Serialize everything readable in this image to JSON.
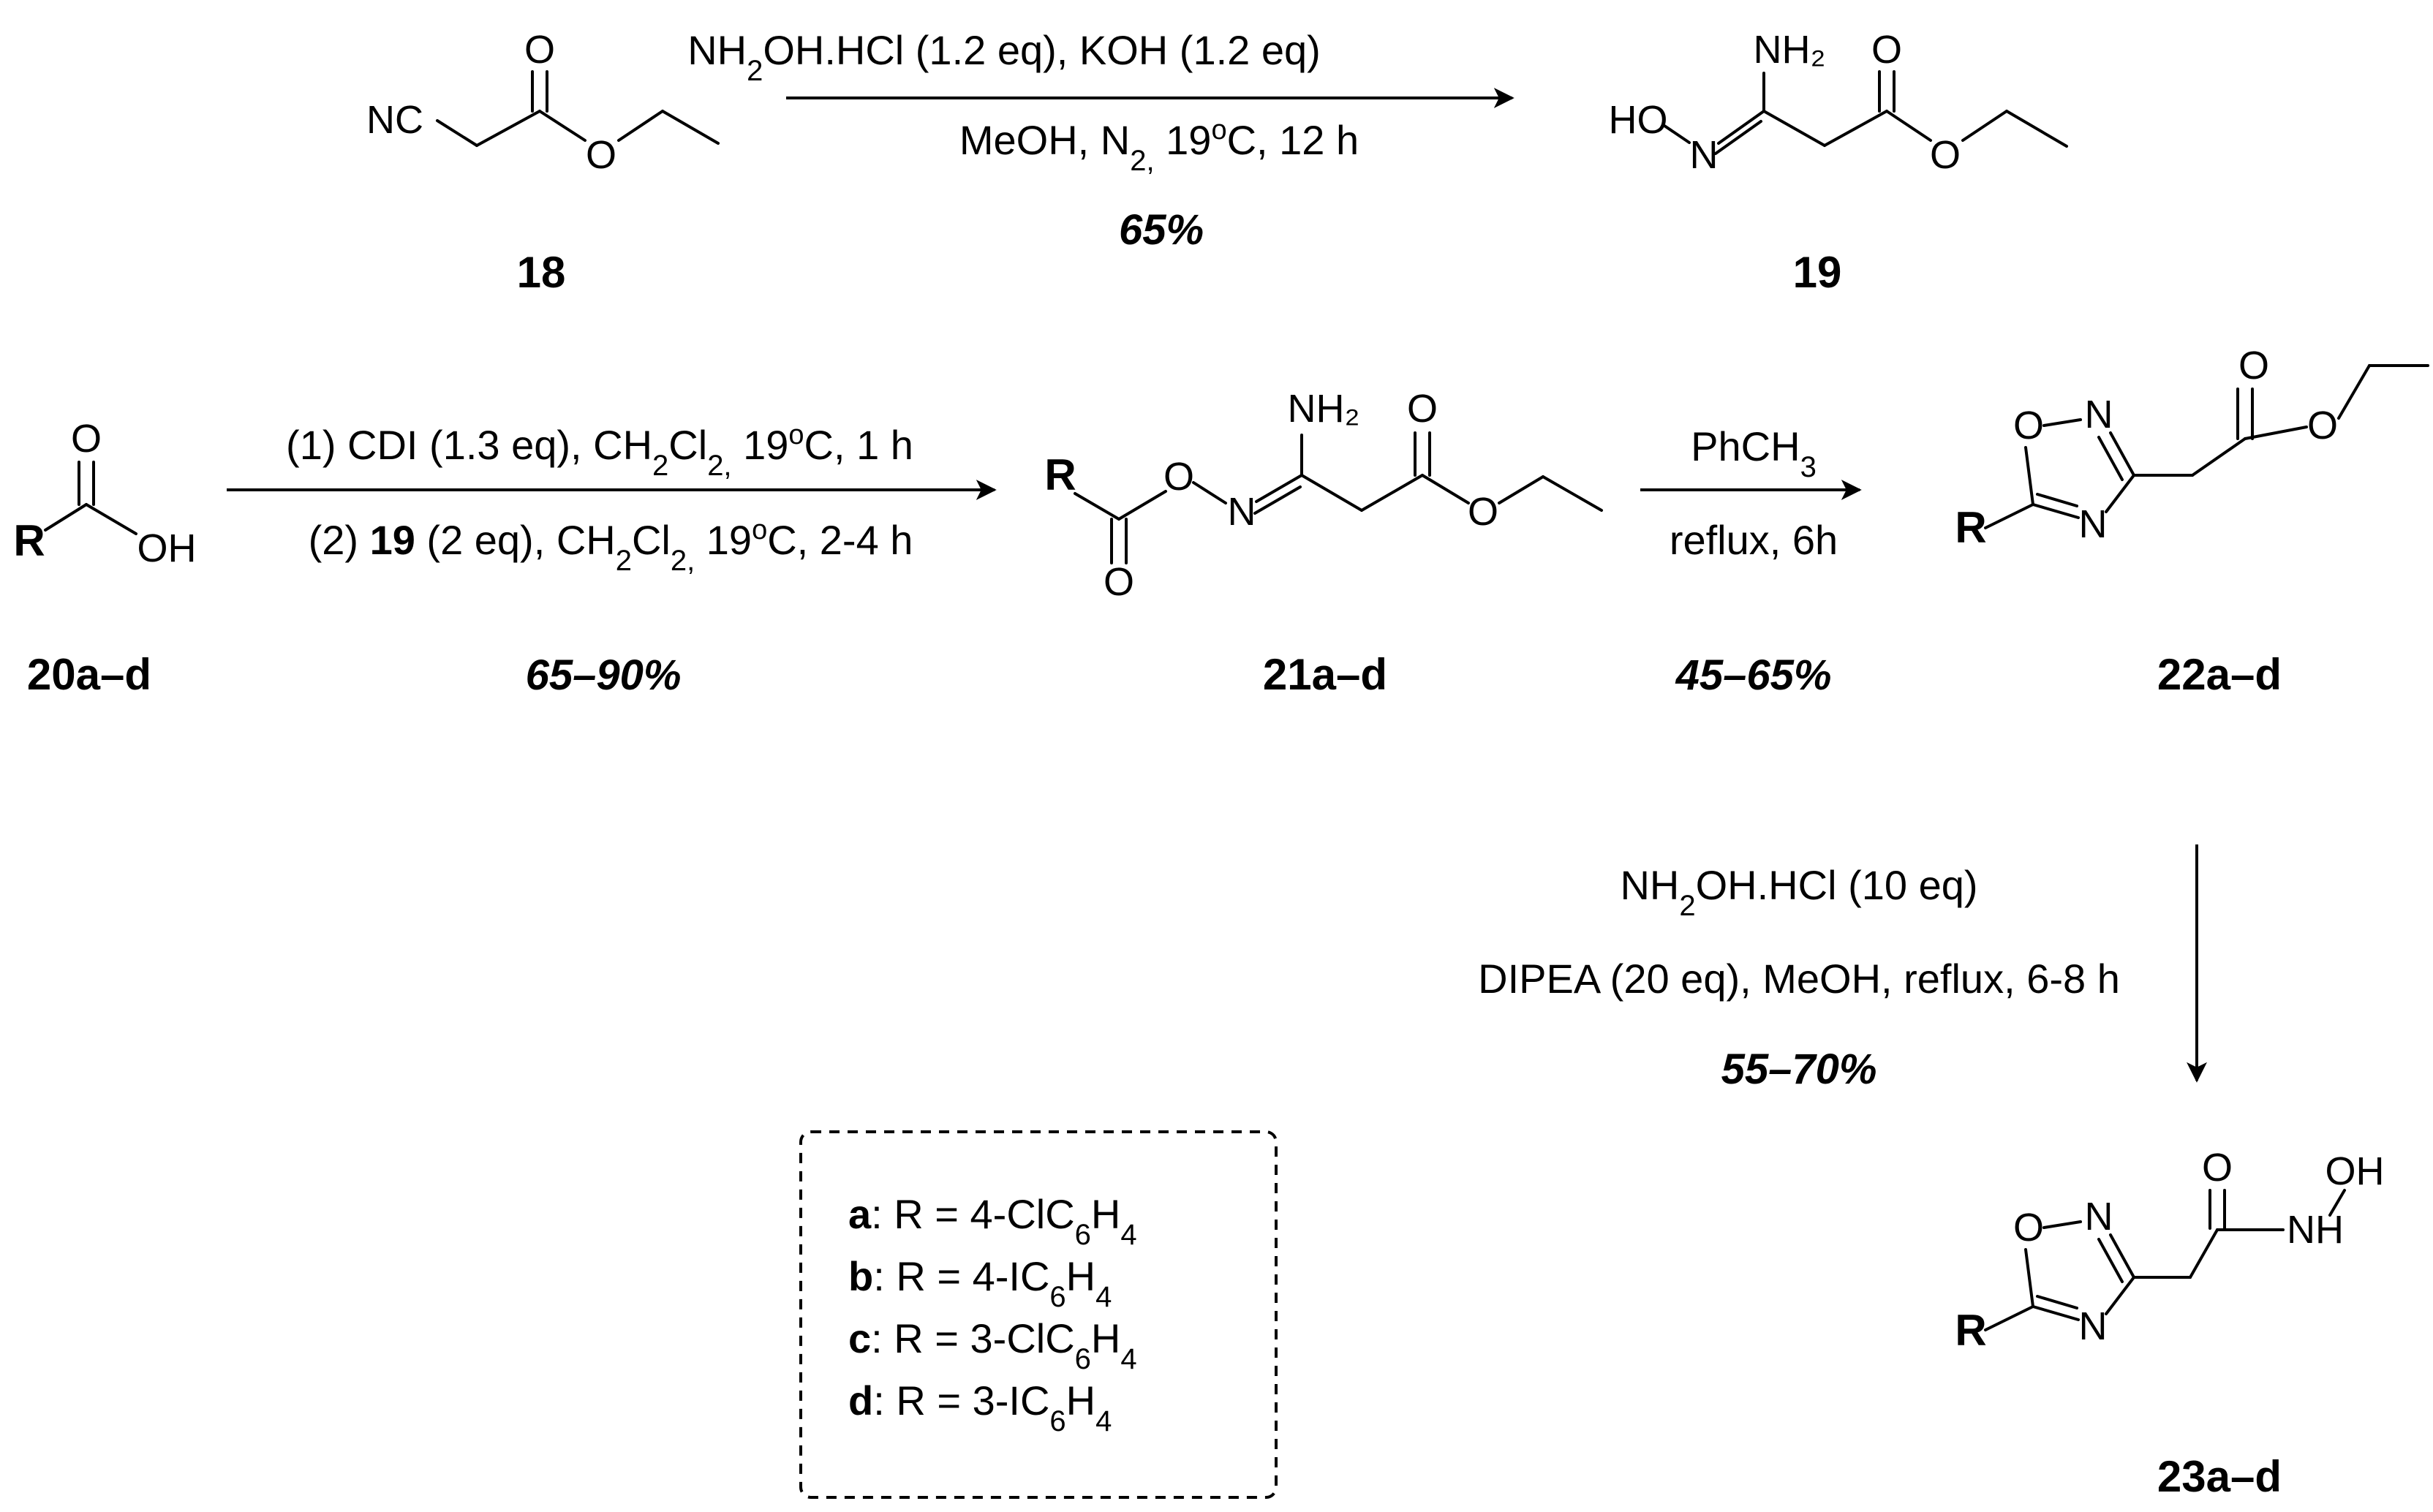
{
  "compounds": {
    "c18": {
      "label": "18",
      "atoms": {
        "nc": "NC",
        "o_carbonyl": "O",
        "o_ester": "O"
      }
    },
    "c19": {
      "label": "19",
      "atoms": {
        "nh2": "NH₂",
        "ho": "HO",
        "n": "N",
        "o_carbonyl": "O",
        "o_ester": "O"
      }
    },
    "c20": {
      "label": "20a–d",
      "atoms": {
        "r": "R",
        "o_carbonyl": "O",
        "oh": "OH"
      }
    },
    "c21": {
      "label": "21a–d",
      "atoms": {
        "r": "R",
        "o_link": "O",
        "n": "N",
        "nh2": "NH₂",
        "o_acyl": "O",
        "o_carbonyl": "O",
        "o_ester": "O"
      }
    },
    "c22": {
      "label": "22a–d",
      "atoms": {
        "r": "R",
        "o_ring": "O",
        "n_ring_top": "N",
        "n_ring_bottom": "N",
        "o_carbonyl": "O",
        "o_ester": "O"
      }
    },
    "c23": {
      "label": "23a–d",
      "atoms": {
        "r": "R",
        "o_ring": "O",
        "n_ring_top": "N",
        "n_ring_bottom": "N",
        "o_carbonyl": "O",
        "nh": "NH",
        "oh": "OH"
      }
    }
  },
  "steps": {
    "step1": {
      "line1": {
        "a": "NH",
        "b": "2",
        "c": "OH.HCl (1.2 eq), KOH (1.2 eq)"
      },
      "line2": {
        "a": "MeOH, N",
        "b": "2,",
        "c": " 19",
        "d": "o",
        "e": "C, 12 h"
      },
      "yield": "65%"
    },
    "step2": {
      "line1": {
        "a": "(1) CDI (1.3 eq), CH",
        "b": "2",
        "c": "Cl",
        "d": "2,",
        "e": " 19",
        "f": "o",
        "g": "C, 1 h"
      },
      "line2": {
        "a": "(2) ",
        "b": "19",
        "c": " (2 eq), CH",
        "d": "2",
        "e": "Cl",
        "f": "2,",
        "g": " 19",
        "h": "o",
        "i": "C, 2-4 h"
      },
      "yield": "65–90%"
    },
    "step3": {
      "line1": {
        "a": "PhCH",
        "b": "3"
      },
      "line2": "reflux, 6h",
      "yield": "45–65%"
    },
    "step4": {
      "line1": {
        "a": "NH",
        "b": "2",
        "c": "OH.HCl (10 eq)"
      },
      "line2": "DIPEA (20 eq), MeOH, reflux, 6-8 h",
      "yield": "55–70%"
    }
  },
  "legend": [
    {
      "key": "a",
      "text1": ": R = 4-ClC",
      "sub1": "6",
      "text2": "H",
      "sub2": "4"
    },
    {
      "key": "b",
      "text1": ": R = 4-IC",
      "sub1": "6",
      "text2": "H",
      "sub2": "4"
    },
    {
      "key": "c",
      "text1": ": R = 3-ClC",
      "sub1": "6",
      "text2": "H",
      "sub2": "4"
    },
    {
      "key": "d",
      "text1": ": R = 3-IC",
      "sub1": "6",
      "text2": "H",
      "sub2": "4"
    }
  ]
}
